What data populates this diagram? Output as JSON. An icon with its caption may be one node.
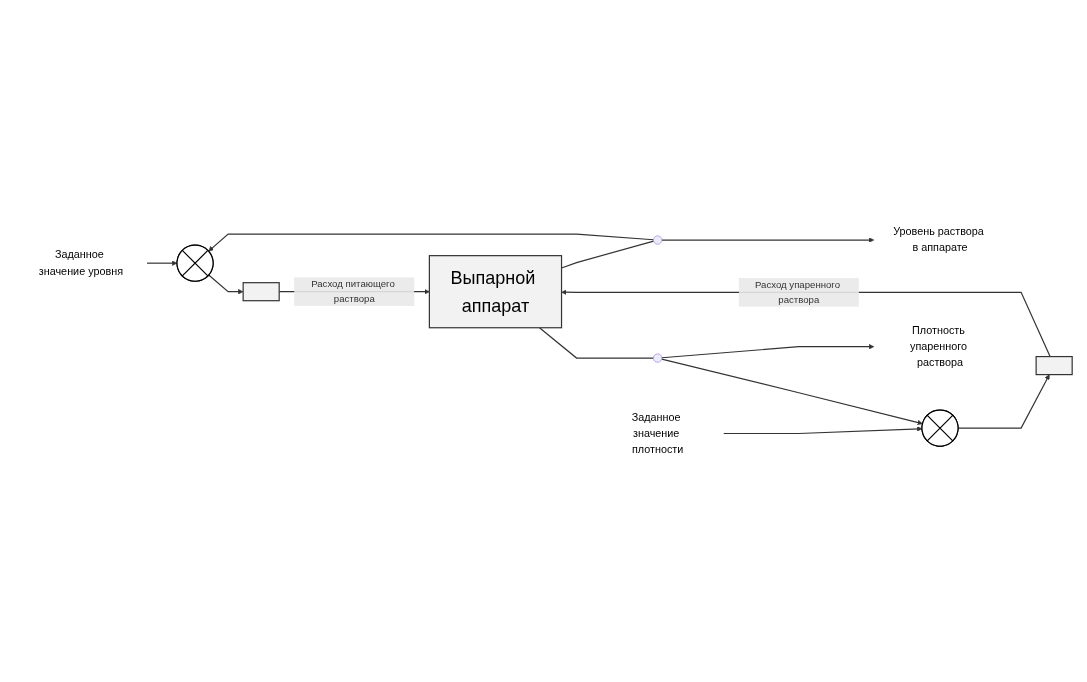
{
  "diagram": {
    "nodes": [
      {
        "text": [
          "Заданное значение уровня"
        ]
      },
      {
        "text": [],
        "shape": "circle"
      },
      {
        "text": [],
        "shape": "box"
      },
      {
        "text": [
          "Выпарной аппарат"
        ]
      },
      {
        "text": [],
        "shape": "circle"
      },
      {
        "text": [
          "Уровень раствора в аппарате"
        ]
      },
      {
        "text": [
          "Заданное значение плотности"
        ]
      },
      {
        "text": [],
        "shape": "circle"
      },
      {
        "text": [],
        "shape": "box"
      },
      {
        "text": [],
        "shape": "circle"
      },
      {
        "text": [
          "Плотность упаренного раствора"
        ]
      }
    ],
    "edges": [
      {
        "from": 0,
        "to": 1,
        "arrow": "to"
      },
      {
        "from": 1,
        "to": 2,
        "arrow": "to"
      },
      {
        "from": 2,
        "to": 3,
        "arrow": "to",
        "label": "Расход питающего раствора"
      },
      {
        "from": 3,
        "to": 4,
        "arrow": "none"
      },
      {
        "from": 4,
        "to": 5,
        "arrow": "to"
      },
      {
        "from": 4,
        "to": 1,
        "arrow": "to"
      },
      {
        "from": 6,
        "to": 7,
        "arrow": "to"
      },
      {
        "from": 7,
        "to": 8,
        "arrow": "to"
      },
      {
        "from": 8,
        "to": 3,
        "arrow": "to",
        "label": "Расход упаренного раствора"
      },
      {
        "from": 3,
        "to": 9,
        "arrow": "none"
      },
      {
        "from": 9,
        "to": 10,
        "arrow": "to"
      },
      {
        "from": 9,
        "to": 7,
        "arrow": "to"
      }
    ]
  }
}
